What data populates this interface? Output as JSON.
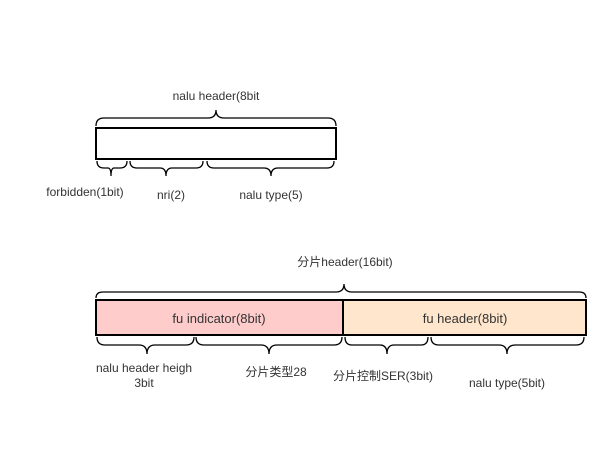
{
  "nalu": {
    "header_label": "nalu header(8bit",
    "forbidden_label": "forbidden(1bit)",
    "nri_label": "nri(2)",
    "type_label": "nalu type(5)"
  },
  "fragment": {
    "header_label": "分片header(16bit)",
    "fu_indicator_label": "fu indicator(8bit)",
    "fu_header_label": "fu header(8bit)",
    "nalu_header_heigh_line1": "nalu header heigh",
    "nalu_header_heigh_line2": "3bit",
    "type28_label": "分片类型28",
    "ser_label": "分片控制SER(3bit)",
    "nalu_type_label": "nalu type(5bit)"
  },
  "colors": {
    "fu_indicator_fill": "#FFCCCC",
    "fu_header_fill": "#FFE6CC",
    "nalu_box_fill": "#FFFFFF"
  }
}
